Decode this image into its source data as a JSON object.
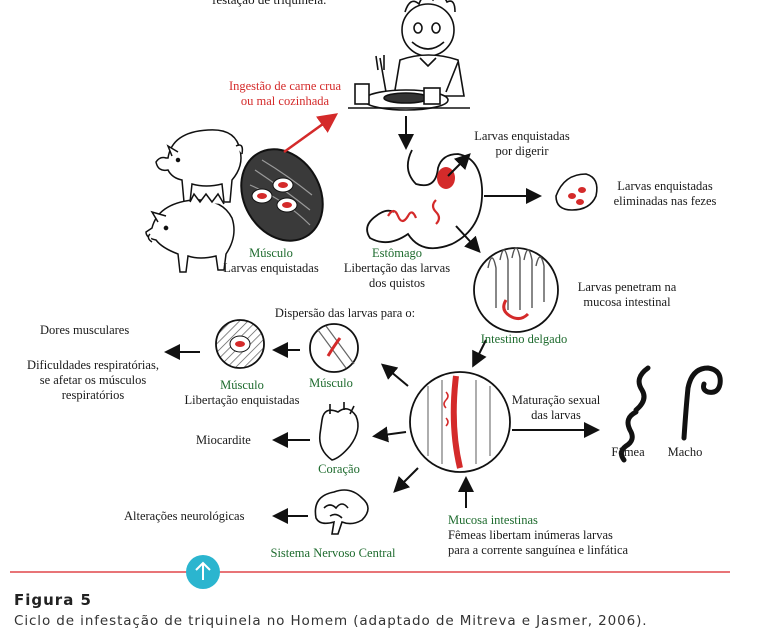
{
  "top_fragment": "festação de triquinela.",
  "labels": {
    "ingestion_line1": "Ingestão de carne crua",
    "ingestion_line2": "ou mal cozinhada",
    "musculo_top": "Músculo",
    "larvas_enquistadas": "Larvas enquistadas",
    "estomago": "Estômago",
    "libertacao_line1": "Libertação das larvas",
    "libertacao_line2": "dos quistos",
    "por_digerir_line1": "Larvas enquistadas",
    "por_digerir_line2": "por digerir",
    "eliminadas_line1": "Larvas enquistadas",
    "eliminadas_line2": "eliminadas nas fezes",
    "penetram_line1": "Larvas penetram na",
    "penetram_line2": "mucosa intestinal",
    "intestino": "Intestino delgado",
    "dispersao": "Dispersão das larvas para o:",
    "musculo_mid": "Músculo",
    "musculo_left": "Músculo",
    "libertacao_enquistadas": "Libertação enquistadas",
    "dores": "Dores musculares",
    "dificuldades_line1": "Dificuldades respiratórias,",
    "dificuldades_line2": "se afetar os músculos",
    "dificuldades_line3": "respiratórios",
    "miocardite": "Miocardite",
    "coracao": "Coração",
    "alteracoes": "Alterações neurológicas",
    "snc": "Sistema Nervoso Central",
    "maturacao_line1": "Maturação sexual",
    "maturacao_line2": "das larvas",
    "femea": "Fêmea",
    "macho": "Macho",
    "mucosa_title": "Mucosa intestinas",
    "mucosa_line1": "Fêmeas libertam inúmeras larvas",
    "mucosa_line2": "para a corrente sanguínea e linfática"
  },
  "caption": {
    "title": "Figura 5",
    "text": "Ciclo de infestação de triquinela no Homem (adaptado de Mitreva e Jasmer, 2006)."
  },
  "colors": {
    "accent_red": "#d42a2a",
    "label_green": "#1e6b2e",
    "rule_red": "#e0464a",
    "button_teal": "#2bb5cf"
  },
  "icons": [
    "pig-icon",
    "boar-icon",
    "person-eating-icon",
    "muscle-cyst-icon",
    "stomach-icon",
    "intestine-icon",
    "worm-icon",
    "heart-icon",
    "brain-icon",
    "up-arrow-icon"
  ]
}
